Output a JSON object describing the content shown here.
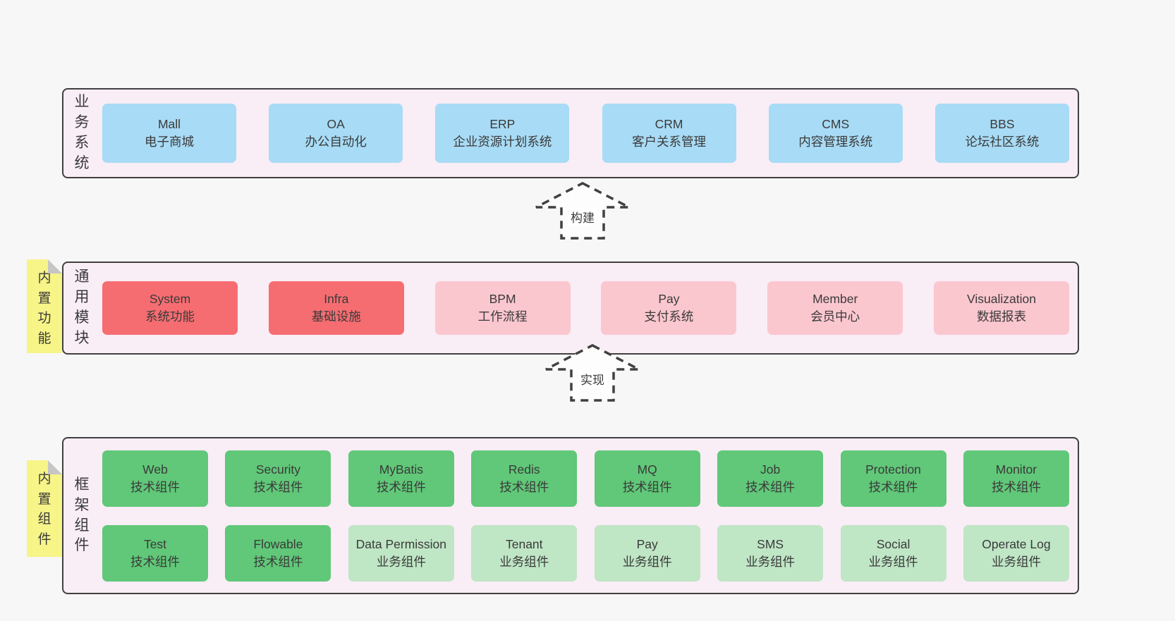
{
  "colors": {
    "page-bg": "#f7f7f7",
    "panel-bg": "#f9edf6",
    "panel-border": "#404040",
    "blue": "#a8dbf5",
    "red": "#f66d71",
    "pink": "#fbc7ce",
    "green": "#60c878",
    "green-light": "#bfe6c5",
    "sticky-yellow": "#f7f488",
    "sticky-fold": "#c6c6c6",
    "text": "#3a3a3a"
  },
  "arrows": [
    {
      "label": "构建"
    },
    {
      "label": "实现"
    }
  ],
  "sections": [
    {
      "label": "业务系统",
      "sticky": null,
      "rows": [
        [
          {
            "id": "mall",
            "title": "Mall",
            "subtitle": "电子商城",
            "variant": "blue"
          },
          {
            "id": "oa",
            "title": "OA",
            "subtitle": "办公自动化",
            "variant": "blue"
          },
          {
            "id": "erp",
            "title": "ERP",
            "subtitle": "企业资源计划系统",
            "variant": "blue"
          },
          {
            "id": "crm",
            "title": "CRM",
            "subtitle": "客户关系管理",
            "variant": "blue"
          },
          {
            "id": "cms",
            "title": "CMS",
            "subtitle": "内容管理系统",
            "variant": "blue"
          },
          {
            "id": "bbs",
            "title": "BBS",
            "subtitle": "论坛社区系统",
            "variant": "blue"
          }
        ]
      ]
    },
    {
      "label": "通用模块",
      "sticky": "内置功能",
      "rows": [
        [
          {
            "id": "system",
            "title": "System",
            "subtitle": "系统功能",
            "variant": "red"
          },
          {
            "id": "infra",
            "title": "Infra",
            "subtitle": "基础设施",
            "variant": "red"
          },
          {
            "id": "bpm",
            "title": "BPM",
            "subtitle": "工作流程",
            "variant": "pink"
          },
          {
            "id": "pay",
            "title": "Pay",
            "subtitle": "支付系统",
            "variant": "pink"
          },
          {
            "id": "member",
            "title": "Member",
            "subtitle": "会员中心",
            "variant": "pink"
          },
          {
            "id": "visualization",
            "title": "Visualization",
            "subtitle": "数据报表",
            "variant": "pink"
          }
        ]
      ]
    },
    {
      "label": "框架组件",
      "sticky": "内置组件",
      "rows": [
        [
          {
            "id": "web",
            "title": "Web",
            "subtitle": "技术组件",
            "variant": "green"
          },
          {
            "id": "security",
            "title": "Security",
            "subtitle": "技术组件",
            "variant": "green"
          },
          {
            "id": "mybatis",
            "title": "MyBatis",
            "subtitle": "技术组件",
            "variant": "green"
          },
          {
            "id": "redis",
            "title": "Redis",
            "subtitle": "技术组件",
            "variant": "green"
          },
          {
            "id": "mq",
            "title": "MQ",
            "subtitle": "技术组件",
            "variant": "green"
          },
          {
            "id": "job",
            "title": "Job",
            "subtitle": "技术组件",
            "variant": "green"
          },
          {
            "id": "protection",
            "title": "Protection",
            "subtitle": "技术组件",
            "variant": "green"
          },
          {
            "id": "monitor",
            "title": "Monitor",
            "subtitle": "技术组件",
            "variant": "green"
          }
        ],
        [
          {
            "id": "test",
            "title": "Test",
            "subtitle": "技术组件",
            "variant": "green"
          },
          {
            "id": "flowable",
            "title": "Flowable",
            "subtitle": "技术组件",
            "variant": "green"
          },
          {
            "id": "data-permission",
            "title": "Data Permission",
            "subtitle": "业务组件",
            "variant": "green-light"
          },
          {
            "id": "tenant",
            "title": "Tenant",
            "subtitle": "业务组件",
            "variant": "green-light"
          },
          {
            "id": "pay-business",
            "title": "Pay",
            "subtitle": "业务组件",
            "variant": "green-light"
          },
          {
            "id": "sms",
            "title": "SMS",
            "subtitle": "业务组件",
            "variant": "green-light"
          },
          {
            "id": "social",
            "title": "Social",
            "subtitle": "业务组件",
            "variant": "green-light"
          },
          {
            "id": "operate-log",
            "title": "Operate Log",
            "subtitle": "业务组件",
            "variant": "green-light"
          }
        ]
      ]
    }
  ]
}
